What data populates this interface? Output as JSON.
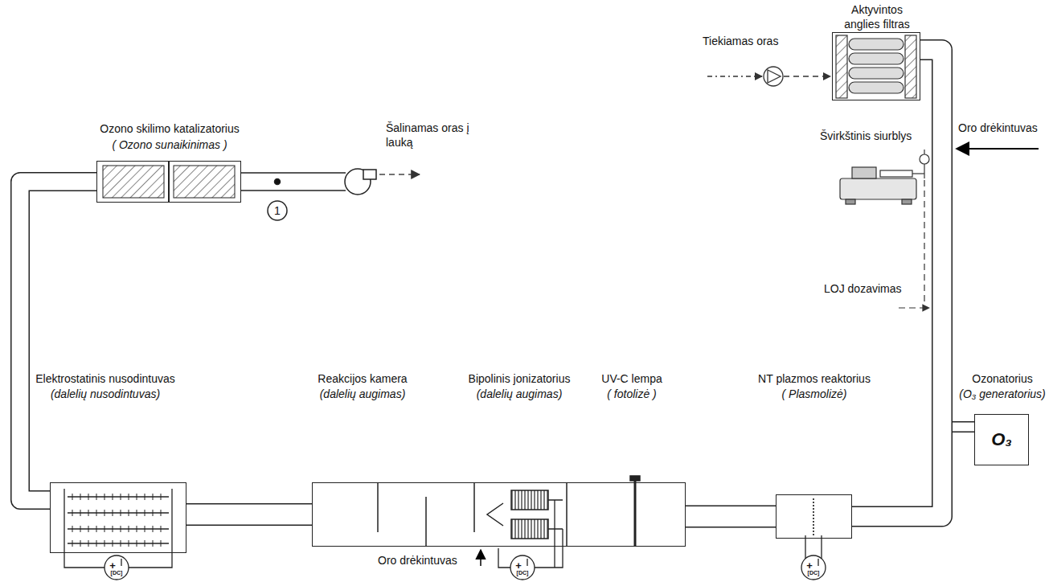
{
  "diagram": {
    "nodes": [
      {
        "text": [
          "Ozono skilimo katalizatorius",
          "( Ozono sunaikinimas )"
        ]
      },
      {
        "text": [
          "Aktyvintos anglies filtras"
        ]
      },
      {
        "text": [
          "Ozonatorius",
          "(O₃ generatorius)",
          "O₃"
        ]
      },
      {
        "text": [
          "Elektrostatinis nusodintuvas",
          "(dalelių nusodintuvas)"
        ]
      },
      {
        "text": [
          "Reakcijos kamera",
          "(dalelių augimas)",
          "Bipolinis jonizatorius",
          "(dalelių augimas)",
          "UV-C lempa",
          "( fotolizė )"
        ]
      },
      {
        "text": [
          "NT plazmos reaktorius",
          "( Plasmolizė)"
        ]
      }
    ],
    "edges": [
      {
        "from": 2,
        "to": 5,
        "arrow": "none"
      },
      {
        "from": 1,
        "to": 5,
        "arrow": "none"
      },
      {
        "from": 5,
        "to": 4,
        "arrow": "none"
      },
      {
        "from": 4,
        "to": 3,
        "arrow": "none"
      },
      {
        "from": 3,
        "to": 0,
        "arrow": "none"
      }
    ],
    "labels": [
      "Šalinamas oras į lauką",
      "1",
      "Tiekiamas oras",
      "Oro drėkintuvas",
      "Švirkštinis siurblys",
      "LOJ dozavimas",
      "Oro drėkintuvas",
      "+",
      "[DC]",
      "+",
      "[DC]",
      "+",
      "[DC]"
    ]
  }
}
